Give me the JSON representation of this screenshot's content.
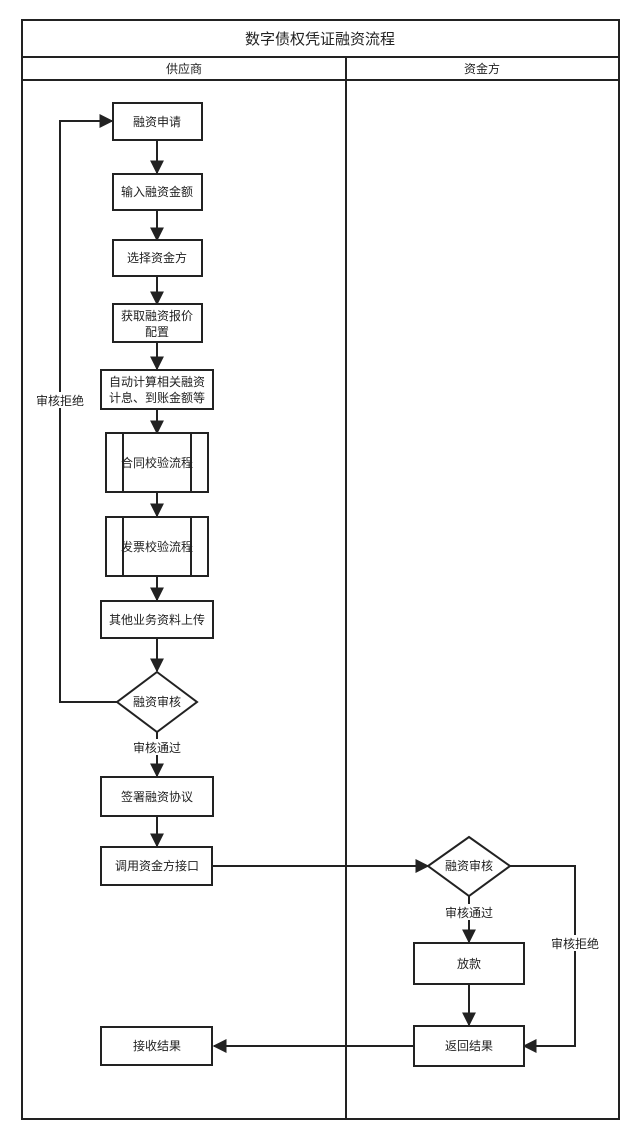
{
  "title": "数字债权凭证融资流程",
  "lanes": {
    "supplier": "供应商",
    "funder": "资金方"
  },
  "nodes": {
    "apply": "融资申请",
    "amount": "输入融资金额",
    "choose_funder": "选择资金方",
    "quote_1": "获取融资报价",
    "quote_2": "配置",
    "calc_1": "自动计算相关融资",
    "calc_2": "计息、到账金额等",
    "contract_check": "合同校验流程",
    "invoice_check": "发票校验流程",
    "upload_docs": "其他业务资料上传",
    "supplier_review": "融资审核",
    "sign_agreement": "签署融资协议",
    "call_api": "调用资金方接口",
    "receive_result": "接收结果",
    "funder_review": "融资审核",
    "disburse": "放款",
    "return_result": "返回结果"
  },
  "edge_labels": {
    "supplier_reject": "审核拒绝",
    "supplier_pass": "审核通过",
    "funder_pass": "审核通过",
    "funder_reject": "审核拒绝"
  }
}
